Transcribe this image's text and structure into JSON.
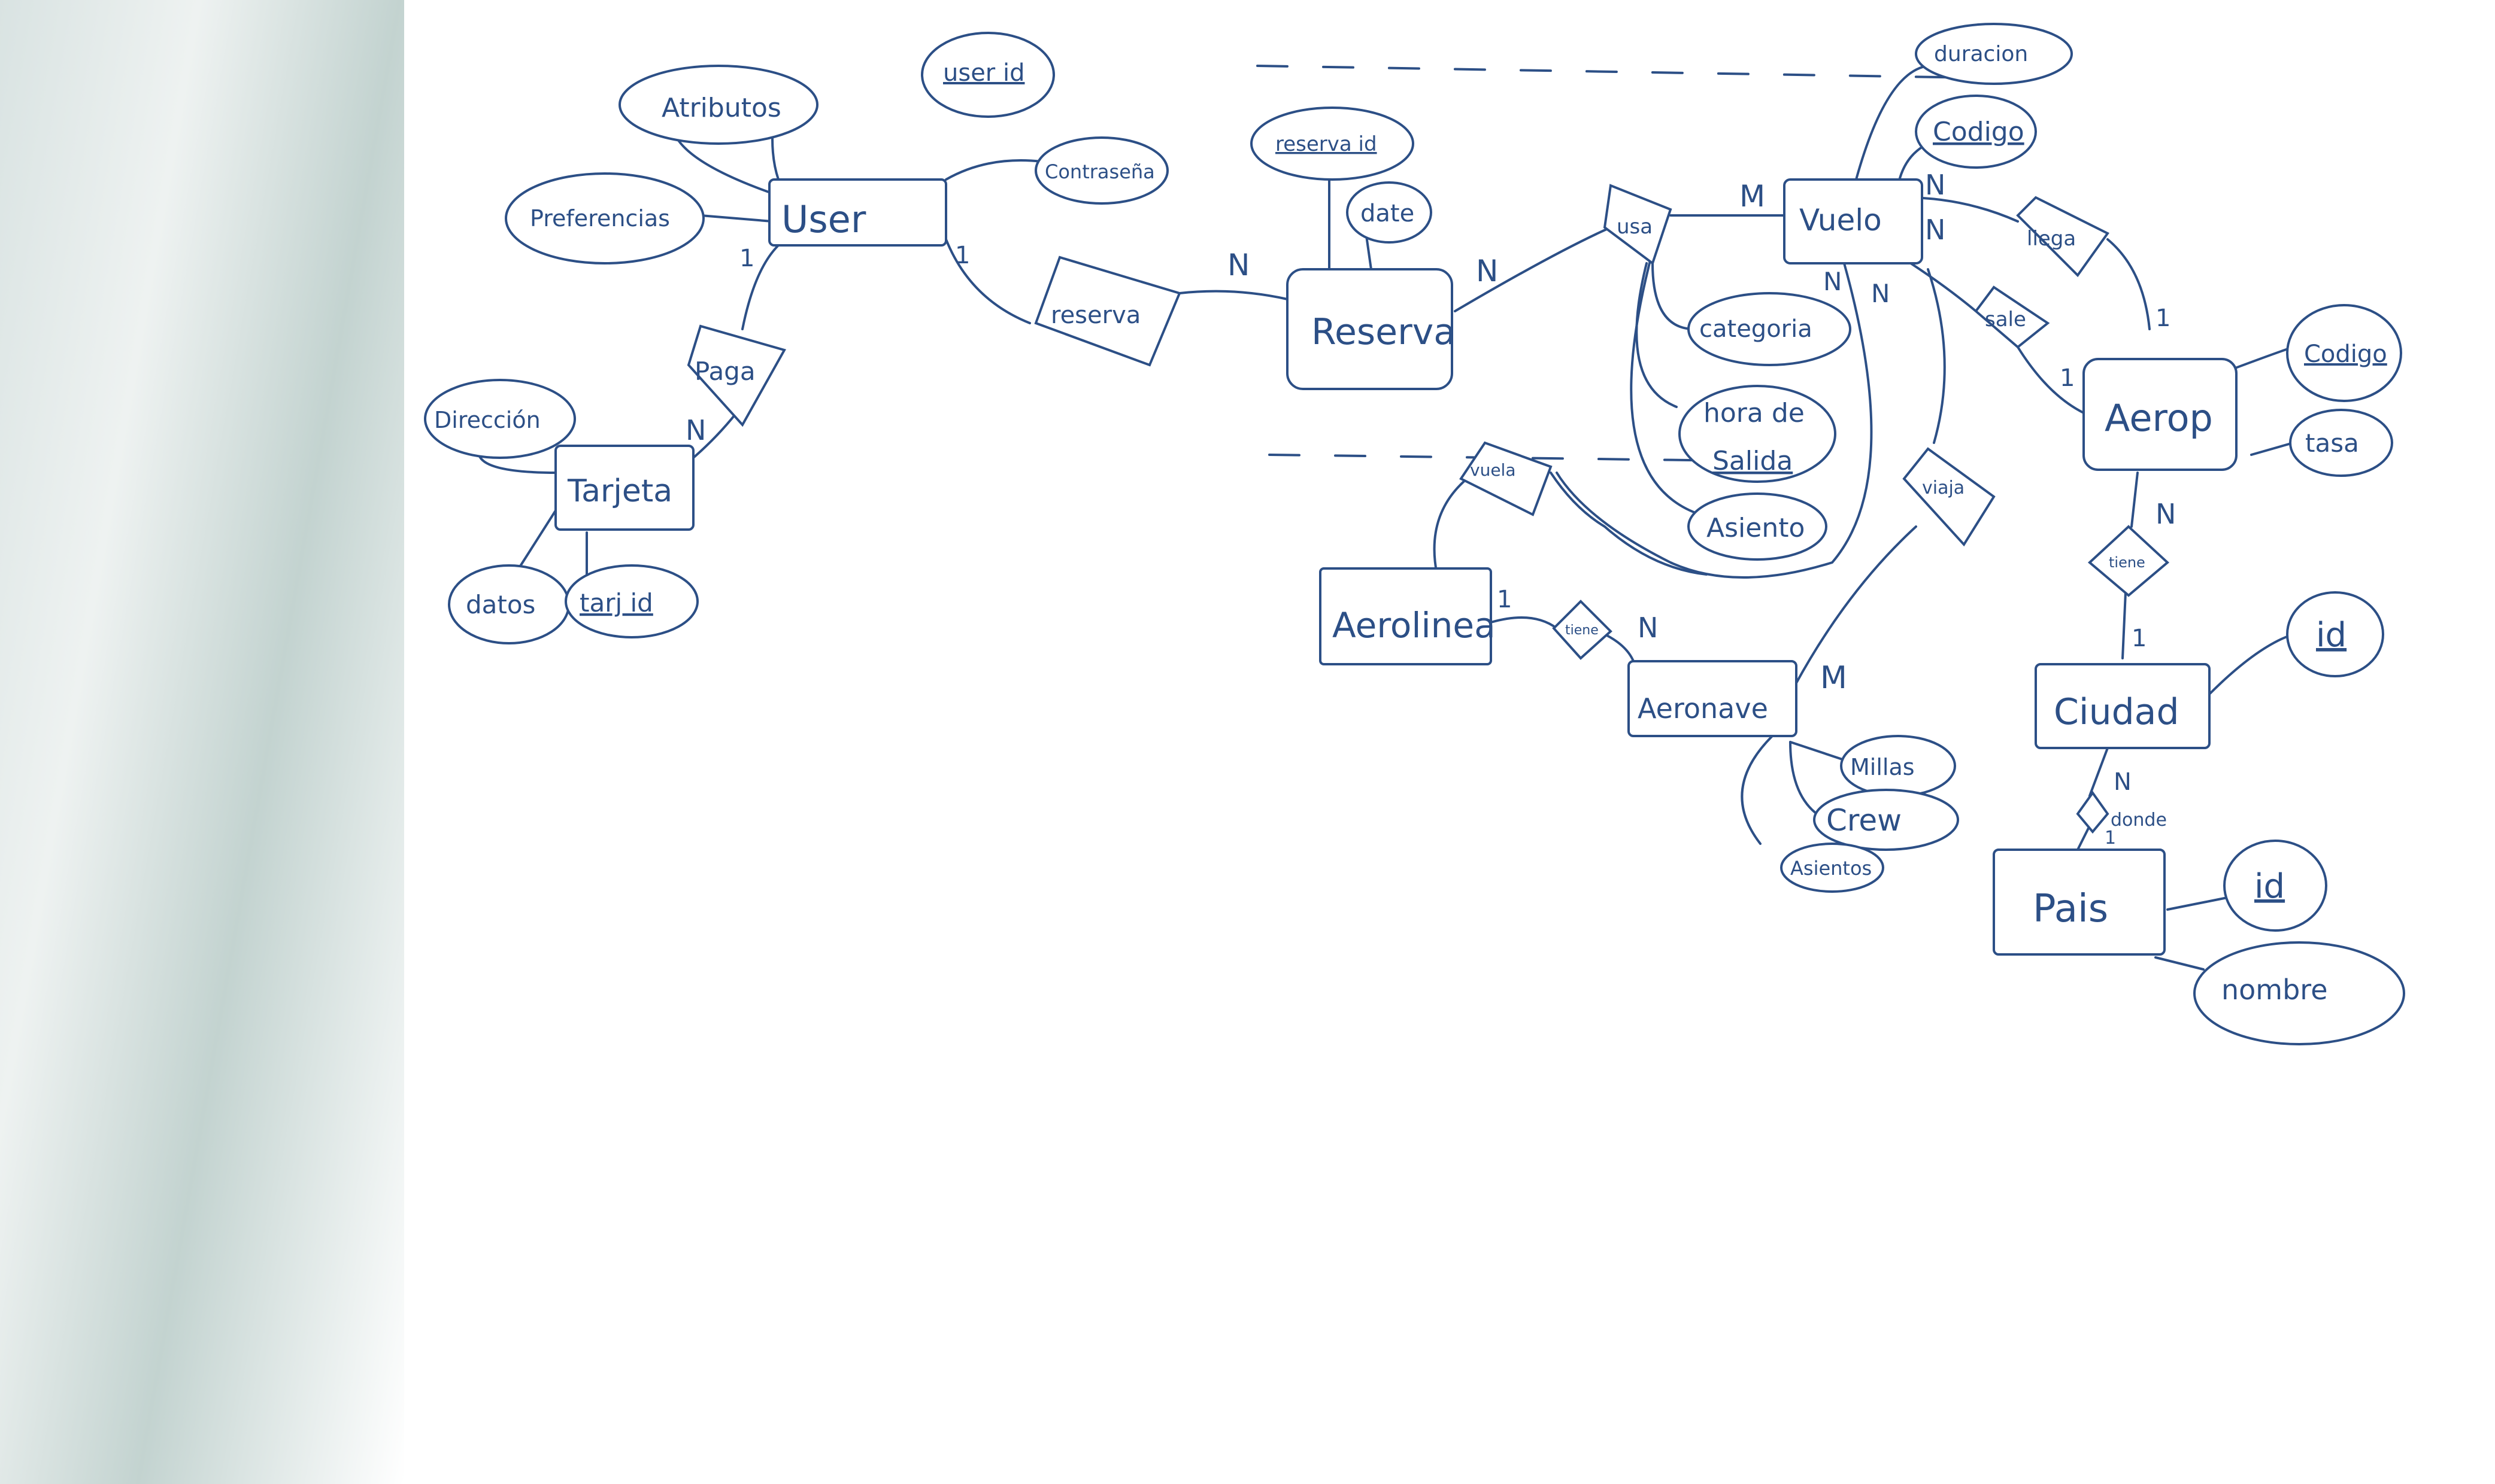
{
  "entities": {
    "user": "User",
    "tarjeta": "Tarjeta",
    "reserva": "Reserva",
    "vuelo": "Vuelo",
    "aerop": "Aerop",
    "aerolinea": "Aerolinea",
    "aeronave": "Aeronave",
    "ciudad": "Ciudad",
    "pais": "Pais"
  },
  "relationships": {
    "paga": "Paga",
    "reserva": "reserva",
    "usa": "usa",
    "llega": "llega",
    "sale": "sale",
    "vuela": "vuela",
    "viaja": "viaja",
    "tiene_aerolinea": "tiene",
    "tiene_aerop": "tiene",
    "donde": "donde"
  },
  "attributes": {
    "user_id": "user id",
    "atributos": "Atributos",
    "contrasena": "Contraseña",
    "preferencias": "Preferencias",
    "direccion": "Dirección",
    "datos": "datos",
    "tarj_id": "tarj id",
    "reserva_id": "reserva id",
    "date": "date",
    "duracion": "duracion",
    "codigo_vuelo": "Codigo",
    "categoria": "categoria",
    "hora_salida_1": "hora de",
    "hora_salida_2": "Salida",
    "asiento_vuelo": "Asiento",
    "codigo_aerop": "Codigo",
    "tasa": "tasa",
    "millas": "Millas",
    "crew": "Crew",
    "asientos": "Asientos",
    "ciudad_id": "id",
    "pais_id": "id",
    "nombre": "nombre"
  },
  "cardinalities": {
    "user_paga": "1",
    "paga_tarjeta": "N",
    "user_reserva": "1",
    "reserva_reserva": "N",
    "reserva_usa": "N",
    "usa_vuelo": "M",
    "vuelo_llega": "N",
    "vuelo_sale": "N",
    "vuelo_viaja_1": "N",
    "vuelo_viaja_2": "N",
    "llega_aerop": "1",
    "sale_aerop": "1",
    "aerolinea_tiene": "1",
    "tiene_aeronave": "N",
    "viaja_aeronave": "M",
    "aerop_tiene": "N",
    "tiene_ciudad": "1",
    "ciudad_donde": "N",
    "donde_pais": "1"
  },
  "colors": {
    "ink": "#2c4f86",
    "paper": "#ffffff",
    "scan_edge": "#cbd8d6"
  }
}
